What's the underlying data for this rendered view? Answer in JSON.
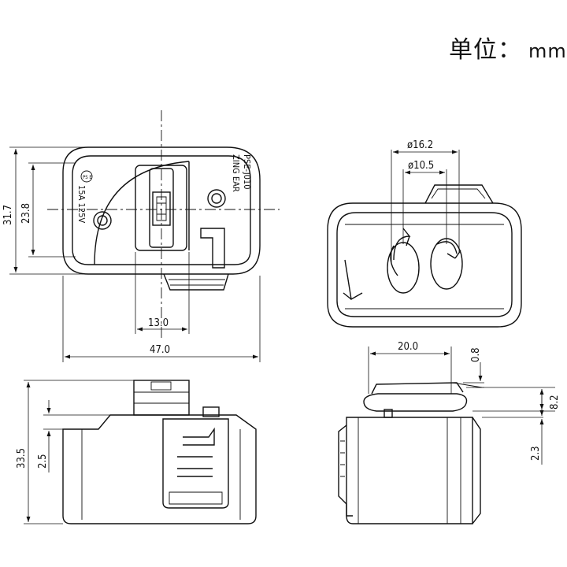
{
  "unit": {
    "label": "单位：",
    "value": "mm"
  },
  "front_view": {
    "brand_text": "ZING EAR",
    "model_text": "PSE-J010",
    "rating_text": "15A 125V",
    "cert_mark": "PS E",
    "dims": {
      "height_outer": "31.7",
      "height_inner": "23.8",
      "width_total": "47.0",
      "width_lever": "13.0"
    }
  },
  "top_right_view": {
    "dims": {
      "dia_outer": "ø16.2",
      "dia_inner": "ø10.5"
    }
  },
  "side_view_left": {
    "dims": {
      "height_total": "33.5",
      "offset": "2.5"
    }
  },
  "side_view_right": {
    "dims": {
      "width": "20.0",
      "thickness": "0.8",
      "flange_height": "8.2",
      "gap": "2.3"
    }
  }
}
